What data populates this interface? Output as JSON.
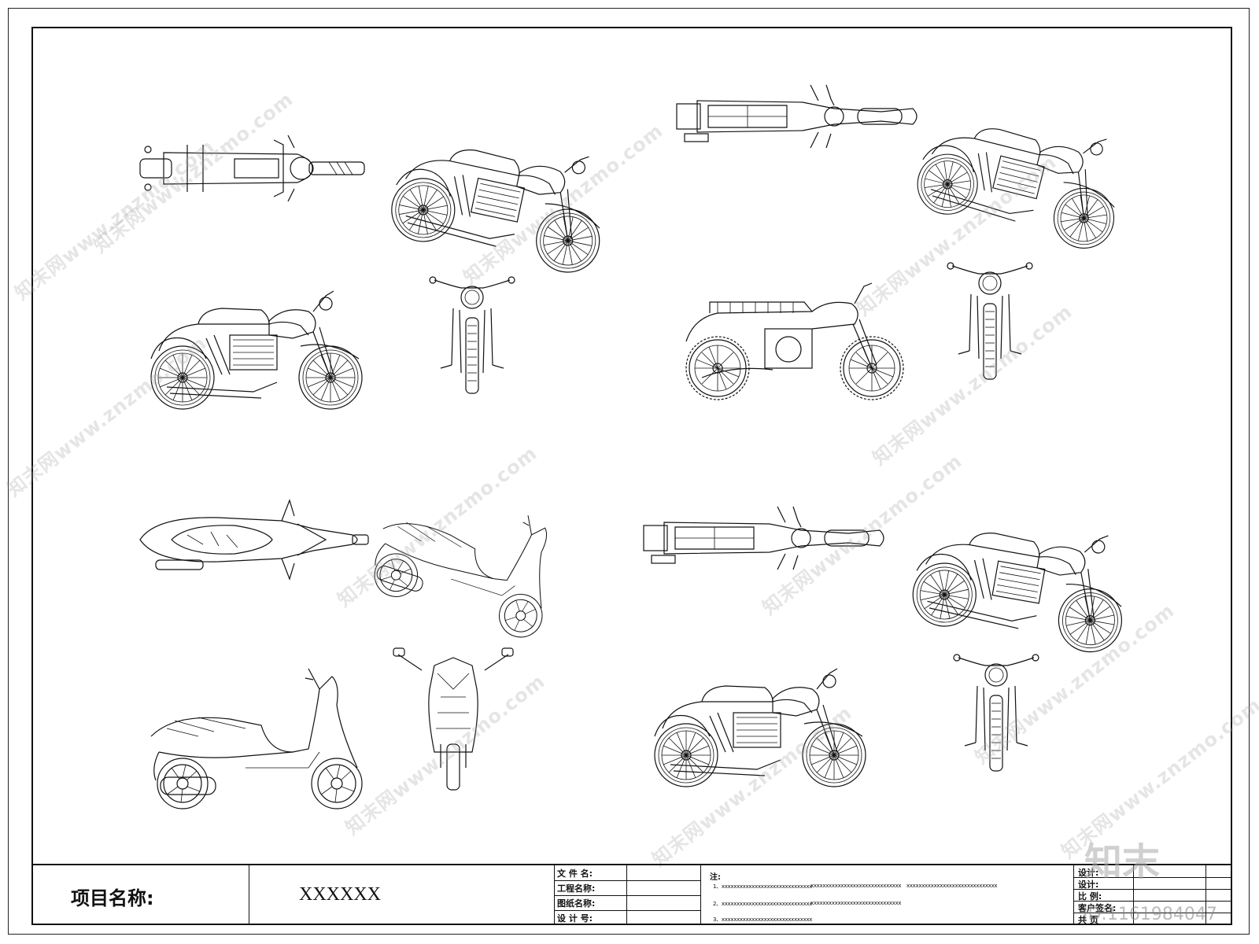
{
  "title_block": {
    "project_label": "项目名称:",
    "project_value": "XXXXXX",
    "fields": [
      {
        "label": "文 件 名:"
      },
      {
        "label": "工程名称:"
      },
      {
        "label": "图纸名称:"
      },
      {
        "label": "设 计 号:"
      }
    ],
    "notes_label": "注:",
    "notes": [
      [
        "1、xxxxxxxxxxxxxxxxxxxxxxxxxxxxxx",
        "xxxxxxxxxxxxxxxxxxxxxxxxxxxxxx",
        "xxxxxxxxxxxxxxxxxxxxxxxxxxxxxx"
      ],
      [
        "2、xxxxxxxxxxxxxxxxxxxxxxxxxxxxxx",
        "xxxxxxxxxxxxxxxxxxxxxxxxxxxxxx"
      ],
      [
        "3、xxxxxxxxxxxxxxxxxxxxxxxxxxxxxx"
      ]
    ],
    "right_fields": [
      {
        "label": "设计:"
      },
      {
        "label": "设计:"
      },
      {
        "label": "比  例:"
      },
      {
        "label": "客户签名:"
      },
      {
        "label": "共  页"
      }
    ]
  },
  "watermark": {
    "text": "知末网www.znzmo.com",
    "logo": "知末",
    "id": "ID:1161984047"
  },
  "drawings": [
    {
      "model": "classic-cruiser",
      "view": "top"
    },
    {
      "model": "classic-cruiser",
      "view": "perspective"
    },
    {
      "model": "classic-cruiser",
      "view": "side"
    },
    {
      "model": "classic-cruiser",
      "view": "front"
    },
    {
      "model": "scrambler",
      "view": "top"
    },
    {
      "model": "scrambler",
      "view": "perspective"
    },
    {
      "model": "scrambler",
      "view": "side"
    },
    {
      "model": "scrambler",
      "view": "front"
    },
    {
      "model": "scooter",
      "view": "top"
    },
    {
      "model": "scooter",
      "view": "perspective"
    },
    {
      "model": "scooter",
      "view": "side"
    },
    {
      "model": "scooter",
      "view": "front"
    },
    {
      "model": "bonneville",
      "view": "top"
    },
    {
      "model": "bonneville",
      "view": "perspective"
    },
    {
      "model": "bonneville",
      "view": "side"
    },
    {
      "model": "bonneville",
      "view": "front"
    }
  ]
}
